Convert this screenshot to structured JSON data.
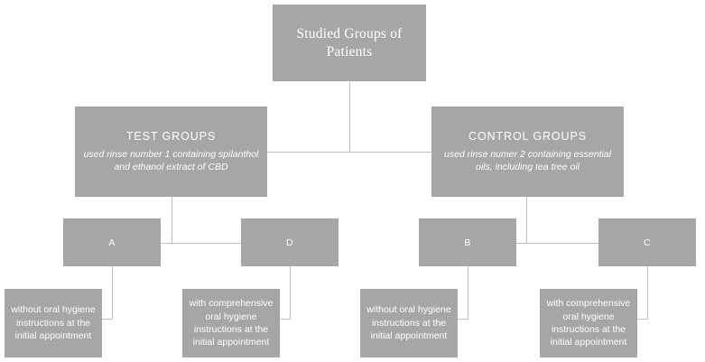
{
  "diagram": {
    "type": "flowchart-tree",
    "title": "Studied Groups of Patients",
    "accent_fill": "#a6a6a6",
    "text_color": "#ffffff",
    "connector_color": "#bfbfbf",
    "background": "#ffffff",
    "root": {
      "label": "Studied Groups of Patients"
    },
    "branches": [
      {
        "title": "TEST GROUPS",
        "description": "used rinse number 1 containing spilanthol and ethanol extract of CBD",
        "subgroups": [
          {
            "letter": "A",
            "detail": "without oral hygiene instructions at the initial appointment"
          },
          {
            "letter": "D",
            "detail": "with comprehensive oral hygiene instructions at the initial appointment"
          }
        ]
      },
      {
        "title": "CONTROL GROUPS",
        "description": "used rinse numer 2 containing essential oils, including tea tree oil",
        "subgroups": [
          {
            "letter": "B",
            "detail": "without oral hygiene instructions at the initial appointment"
          },
          {
            "letter": "C",
            "detail": "with comprehensive oral hygiene instructions at the initial appointment"
          }
        ]
      }
    ]
  }
}
